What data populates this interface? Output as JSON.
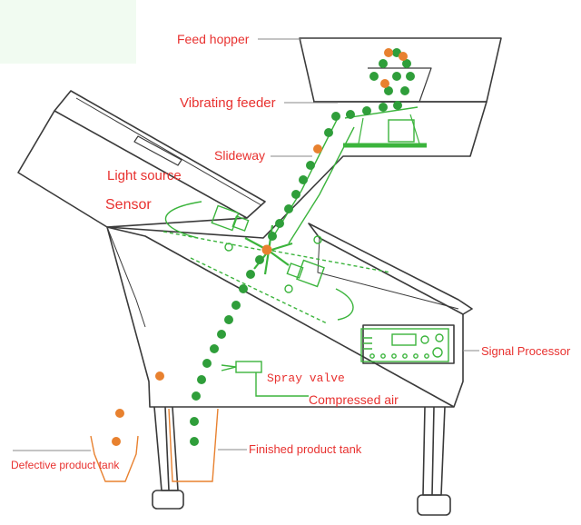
{
  "labels": {
    "feed_hopper": "Feed hopper",
    "vibrating_feeder": "Vibrating feeder",
    "slideway": "Slideway",
    "light_source": "Light source",
    "sensor": "Sensor",
    "signal_processor": "Signal Processor",
    "spray_valve": "Spray valve",
    "compressed_air": "Compressed air",
    "finished_product_tank": "Finished product tank",
    "defective_product_tank": "Defective product tank"
  },
  "colors": {
    "label_red": "#e8312f",
    "component_green": "#3bb43c",
    "good_particle": "#2f9e3a",
    "defective_particle": "#e8812f",
    "machine_outline": "#3a3a3a",
    "leader_line": "#8a8a8a"
  },
  "icons": {
    "light_source": "lamp-icon",
    "sensor": "camera-icon",
    "valve": "nozzle-icon"
  }
}
